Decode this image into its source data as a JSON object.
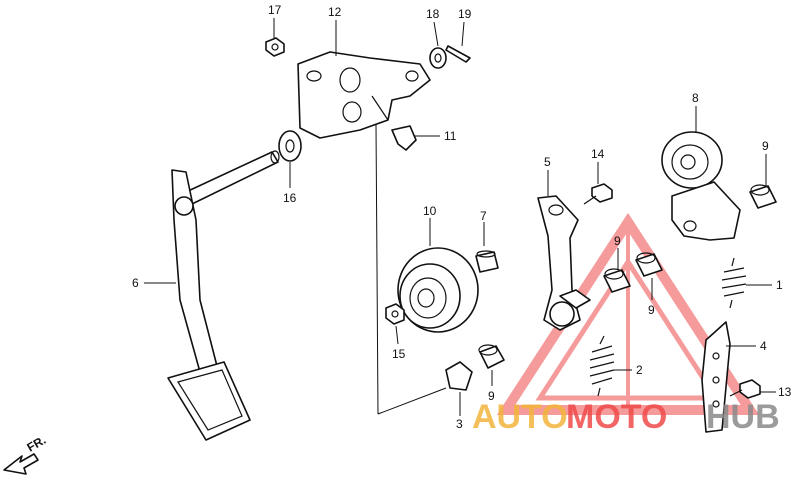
{
  "diagram": {
    "labels": [
      {
        "id": "17",
        "text": "17"
      },
      {
        "id": "12",
        "text": "12"
      },
      {
        "id": "18",
        "text": "18"
      },
      {
        "id": "19",
        "text": "19"
      },
      {
        "id": "11",
        "text": "11"
      },
      {
        "id": "16",
        "text": "16"
      },
      {
        "id": "6",
        "text": "6"
      },
      {
        "id": "10",
        "text": "10"
      },
      {
        "id": "7",
        "text": "7"
      },
      {
        "id": "15",
        "text": "15"
      },
      {
        "id": "9a",
        "text": "9"
      },
      {
        "id": "3",
        "text": "3"
      },
      {
        "id": "5",
        "text": "5"
      },
      {
        "id": "14",
        "text": "14"
      },
      {
        "id": "9b",
        "text": "9"
      },
      {
        "id": "9c",
        "text": "9"
      },
      {
        "id": "2",
        "text": "2"
      },
      {
        "id": "8",
        "text": "8"
      },
      {
        "id": "9d",
        "text": "9"
      },
      {
        "id": "1",
        "text": "1"
      },
      {
        "id": "4",
        "text": "4"
      },
      {
        "id": "13",
        "text": "13"
      }
    ],
    "direction_marker": "FR.",
    "watermark": {
      "part1": "AUTO",
      "part2": "MOTO",
      "part3": "HUB",
      "colors": {
        "auto": "#f3b43b",
        "moto": "#ef4b4b",
        "hub": "#8a8a8a",
        "triangle": "#ef4b4b"
      }
    }
  }
}
